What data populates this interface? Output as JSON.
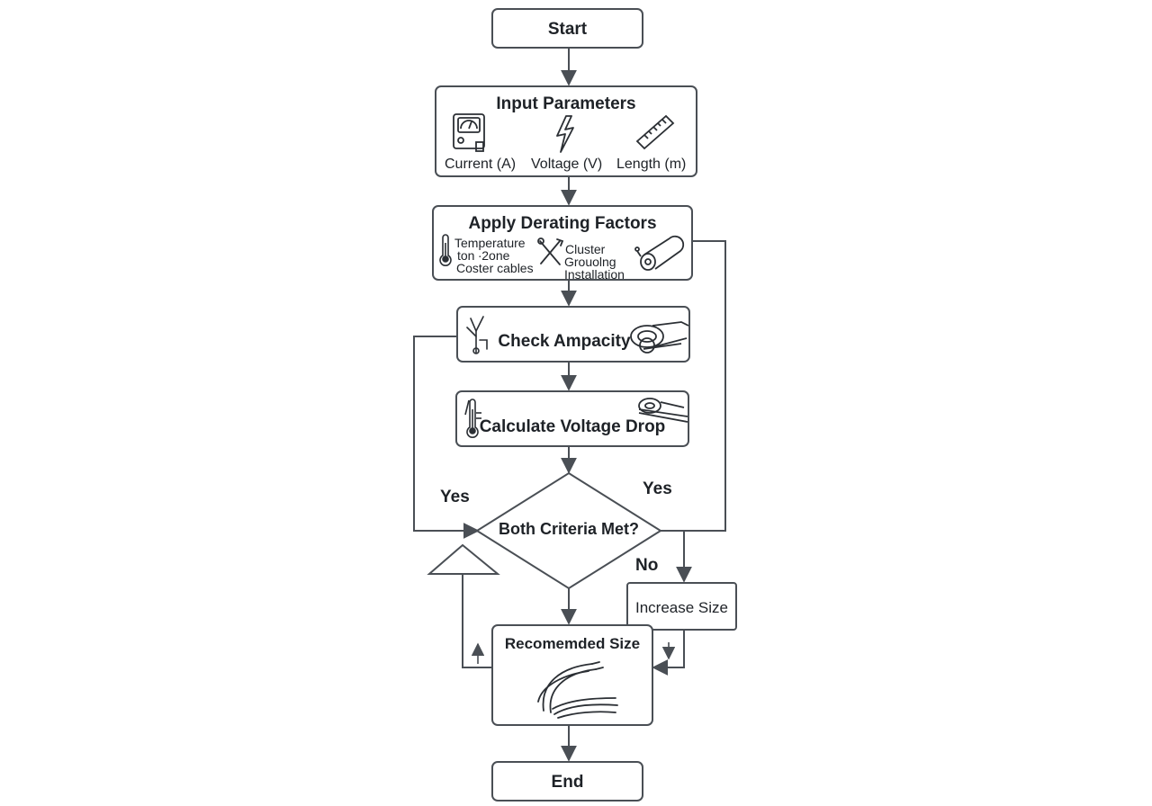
{
  "nodes": {
    "start": "Start",
    "input": {
      "title": "Input Parameters",
      "current": "Current (A)",
      "voltage": "Voltage (V)",
      "length": "Length (m)"
    },
    "derating": {
      "title": "Apply Derating Factors",
      "temp_line1": "Temperature",
      "temp_line2": "ton ∙2one",
      "temp_line3": "Coster cables",
      "cluster_line1": "Cluster",
      "cluster_line2": "Grouolng",
      "cluster_line3": "Installation"
    },
    "ampacity": "Check Ampacity",
    "voltage_drop": "Calculate Voltage Drop",
    "decision": "Both Criteria Met?",
    "increase": "Increase Size",
    "recommended": "Recomemded Size",
    "end": "End"
  },
  "edges": {
    "yes_left": "Yes",
    "yes_right": "Yes",
    "no": "No"
  },
  "colors": {
    "stroke": "#4a4f55",
    "text": "#1e2227",
    "background": "#ffffff"
  },
  "icons": [
    "meter-icon",
    "lightning-icon",
    "ruler-icon",
    "thermometer-icon",
    "tools-icon",
    "cable-drum-icon",
    "wire-icon",
    "cable-coil-icon",
    "cable-bundle-icon"
  ]
}
